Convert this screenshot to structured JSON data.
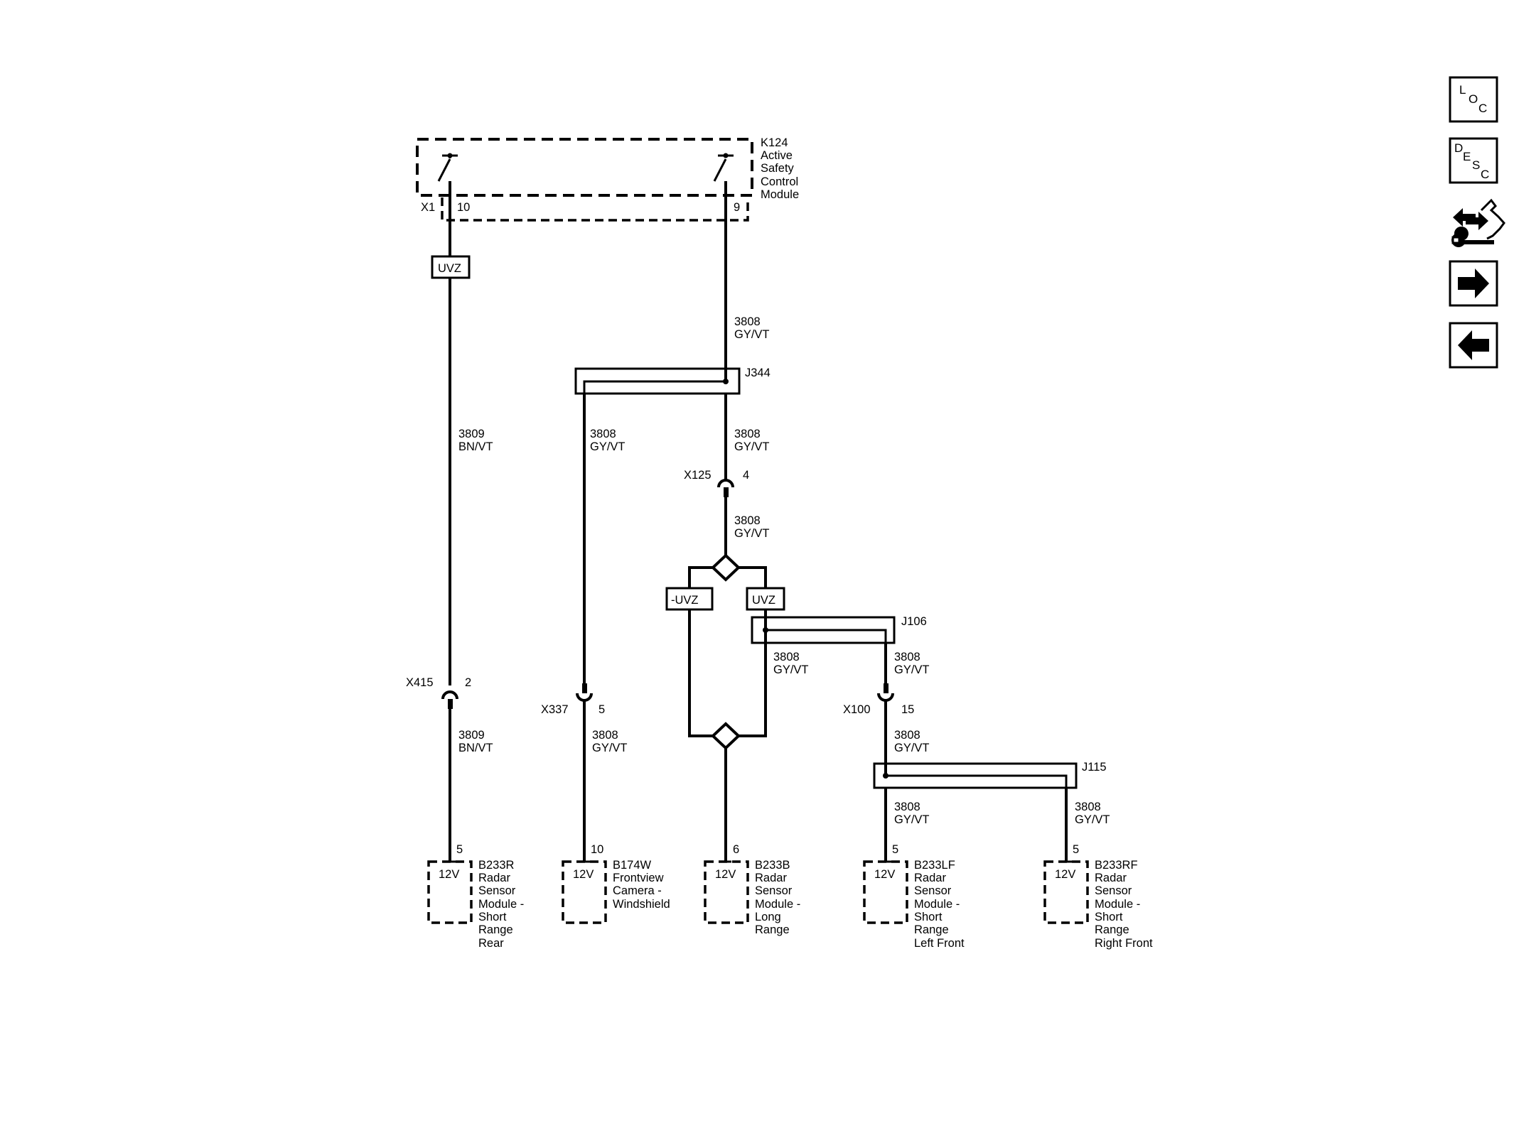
{
  "module": {
    "id": "K124",
    "desc": [
      "Active",
      "Safety",
      "Control",
      "Module"
    ],
    "connector": "X1",
    "pin_left": "10",
    "pin_right": "9"
  },
  "wires": {
    "gyvt_code": "3808",
    "gyvt_color": "GY/VT",
    "bnvt_code": "3809",
    "bnvt_color": "BN/VT"
  },
  "options": {
    "uvz": "UVZ",
    "neg_uvz": "-UVZ"
  },
  "splices": {
    "j344": "J344",
    "j106": "J106",
    "j115": "J115"
  },
  "inline_connectors": [
    {
      "id": "X125",
      "pin": "4"
    },
    {
      "id": "X415",
      "pin": "2"
    },
    {
      "id": "X337",
      "pin": "5"
    },
    {
      "id": "X100",
      "pin": "15"
    }
  ],
  "components": [
    {
      "id": "B233R",
      "pin": "5",
      "supply": "12V",
      "desc": [
        "Radar",
        "Sensor",
        "Module -",
        "Short",
        "Range",
        "Rear"
      ]
    },
    {
      "id": "B174W",
      "pin": "10",
      "supply": "12V",
      "desc": [
        "Frontview",
        "Camera -",
        "Windshield"
      ]
    },
    {
      "id": "B233B",
      "pin": "6",
      "supply": "12V",
      "desc": [
        "Radar",
        "Sensor",
        "Module -",
        "Long",
        "Range"
      ]
    },
    {
      "id": "B233LF",
      "pin": "5",
      "supply": "12V",
      "desc": [
        "Radar",
        "Sensor",
        "Module -",
        "Short",
        "Range",
        "Left Front"
      ]
    },
    {
      "id": "B233RF",
      "pin": "5",
      "supply": "12V",
      "desc": [
        "Radar",
        "Sensor",
        "Module -",
        "Short",
        "Range",
        "Right Front"
      ]
    }
  ],
  "nav": {
    "loc": [
      "L",
      "O",
      "C"
    ],
    "desc": [
      "D",
      "E",
      "S",
      "C"
    ]
  }
}
